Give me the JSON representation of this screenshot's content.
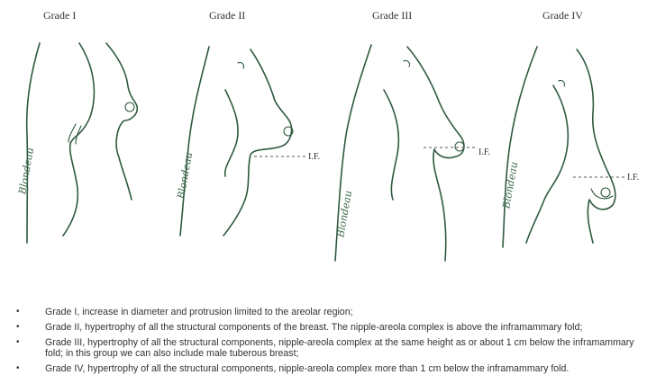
{
  "panels": [
    {
      "grade": "Grade I",
      "fold_label": ""
    },
    {
      "grade": "Grade II",
      "fold_label": "I.F."
    },
    {
      "grade": "Grade III",
      "fold_label": "I.F."
    },
    {
      "grade": "Grade IV",
      "fold_label": "I.F."
    }
  ],
  "captions": [
    "Grade I, increase in diameter and protrusion limited to the areolar region;",
    "Grade II, hypertrophy of all the structural components of the breast. The nipple-areola complex is above the inframammary fold;",
    "Grade III, hypertrophy of all the structural components, nipple-areola complex at the same height as or about 1 cm below the inframammary fold; in this group we can also include male tuberous breast;",
    "Grade IV, hypertrophy of all the structural components, nipple-areola complex more than 1 cm below the inframammary fold."
  ],
  "bullet_symbol": "•",
  "colors": {
    "sketch": "#2f5a3e",
    "text": "#333333"
  }
}
